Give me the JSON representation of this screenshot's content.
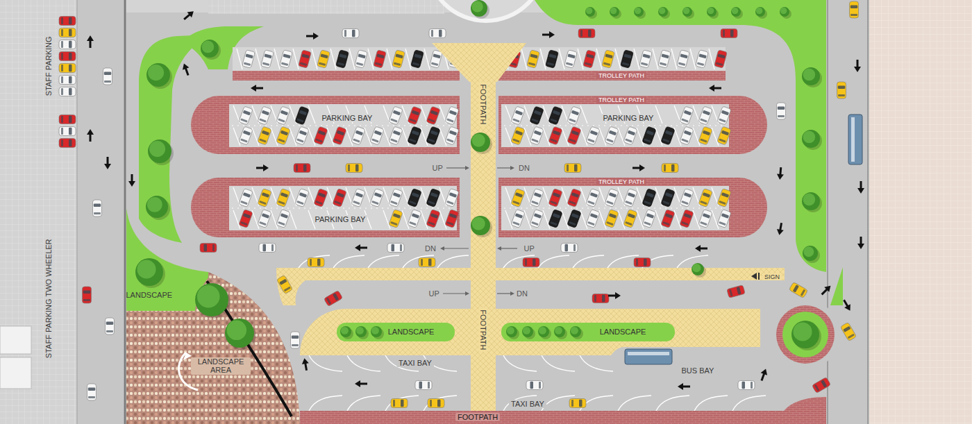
{
  "diagram": {
    "nodes": [
      {
        "text": [
          "PARKING BAY"
        ]
      },
      {
        "text": [
          "PARKING BAY"
        ]
      },
      {
        "text": [
          "PARKING BAY"
        ]
      },
      {
        "text": [
          "LANDSCAPE"
        ]
      },
      {
        "text": [
          "LANDSCAPE"
        ]
      }
    ],
    "labels": [
      "STAFF PARKING",
      "STAFF PARKING TWO WHEELER",
      "TROLLEY PATH",
      "TROLLEY PATH",
      "TROLLEY PATH",
      "FOOTPATH",
      "UP",
      "DN",
      "DN",
      "UP",
      "UP",
      "DN",
      "LANDSCAPE",
      "FOOTPATH",
      "LANDSCAPE AREA",
      "TAXI BAY",
      "BUS BAY",
      "TAXI BAY",
      "FOOTPATH",
      "SIGN"
    ]
  }
}
